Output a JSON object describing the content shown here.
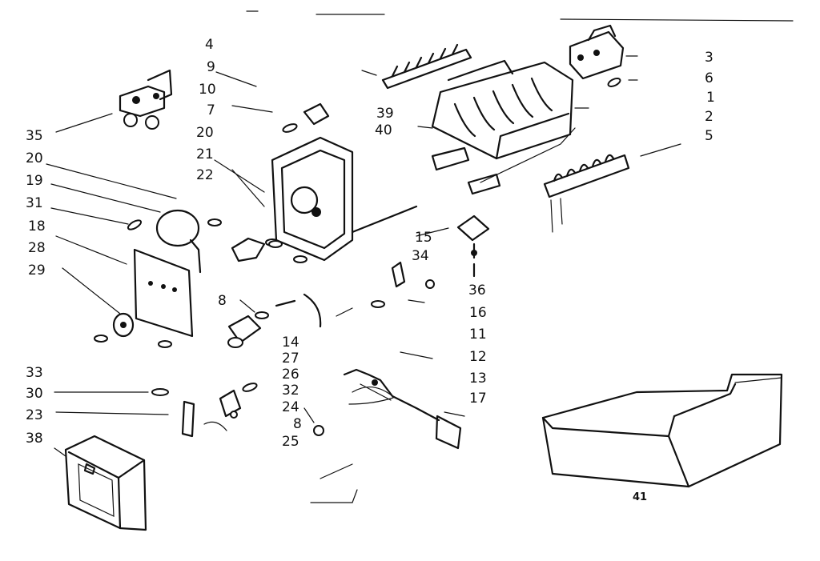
{
  "callouts": {
    "c4": "4",
    "c9": "9",
    "c10": "10",
    "c7": "7",
    "c20a": "20",
    "c21": "21",
    "c22": "22",
    "c35": "35",
    "c20b": "20",
    "c19": "19",
    "c31": "31",
    "c18": "18",
    "c28": "28",
    "c29": "29",
    "c8a": "8",
    "c39": "39",
    "c40": "40",
    "c3": "3",
    "c6": "6",
    "c1": "1",
    "c2": "2",
    "c5": "5",
    "c15": "15",
    "c34": "34",
    "c36": "36",
    "c16": "16",
    "c11": "11",
    "c12": "12",
    "c13": "13",
    "c17": "17",
    "c14": "14",
    "c27": "27",
    "c26": "26",
    "c32": "32",
    "c24": "24",
    "c8b": "8",
    "c25": "25",
    "c33": "33",
    "c30": "30",
    "c23": "23",
    "c38": "38",
    "c41": "41"
  }
}
